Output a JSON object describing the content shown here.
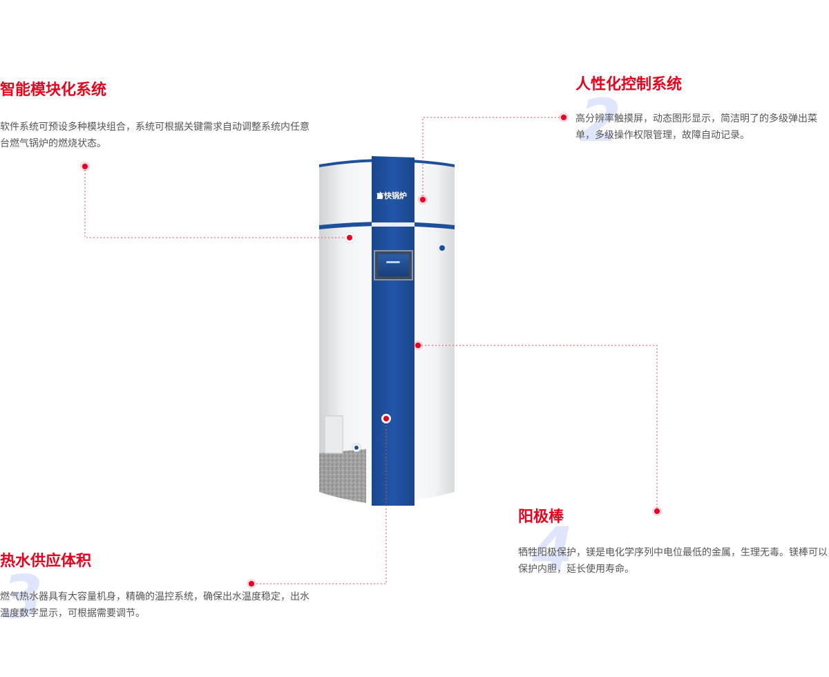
{
  "features": [
    {
      "id": "modular",
      "number": "",
      "title": "智能模块化系统",
      "description": "软件系统可预设多种模块组合，系统可根据关键需求自动调整系统内任意台燃气锅炉的燃烧状态。"
    },
    {
      "id": "control",
      "number": "2",
      "title": "人性化控制系统",
      "description": "高分辨率触摸屏，动态图形显示，简洁明了的多级弹出菜单，多级操作权限管理，故障自动记录。"
    },
    {
      "id": "capacity",
      "number": "3",
      "title": "热水供应体积",
      "description": "燃气热水器具有大容量机身，精确的温控系统，确保出水温度稳定，出水温度数字显示，可根据需要调节。"
    },
    {
      "id": "anode",
      "number": "4",
      "title": "阳极棒",
      "description": "牺牲阳极保护，镁是电化学序列中电位最低的金属，生理无毒。镁棒可以保护内胆，延长使用寿命。"
    }
  ],
  "product": {
    "brand_label": "方快锅炉"
  },
  "colors": {
    "accent_red": "#e8001c",
    "number_watermark": "#dfe6fb",
    "boiler_blue": "#1e4f9a",
    "leader_line": "#e05060"
  }
}
